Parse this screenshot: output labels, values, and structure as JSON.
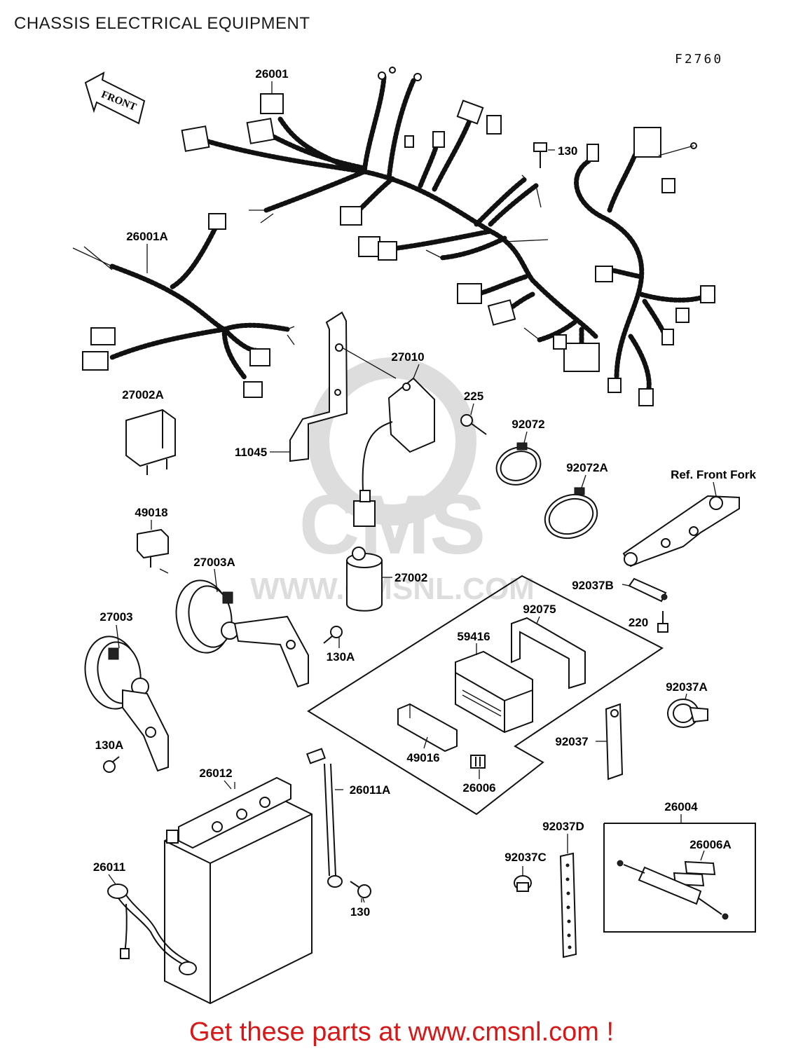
{
  "page": {
    "title": "CHASSIS ELECTRICAL EQUIPMENT",
    "diagram_code": "F2760",
    "footer": "Get these parts at www.cmsnl.com !"
  },
  "arrow": {
    "label": "FRONT"
  },
  "watermark": {
    "text": "CMS",
    "url_text": "WWW.CMSNL.COM"
  },
  "parts": [
    {
      "id": "26001",
      "label": "26001"
    },
    {
      "id": "130-top",
      "label": "130"
    },
    {
      "id": "26001A",
      "label": "26001A"
    },
    {
      "id": "27010",
      "label": "27010"
    },
    {
      "id": "27002A",
      "label": "27002A"
    },
    {
      "id": "225",
      "label": "225"
    },
    {
      "id": "92072",
      "label": "92072"
    },
    {
      "id": "11045",
      "label": "11045"
    },
    {
      "id": "92072A",
      "label": "92072A"
    },
    {
      "id": "ref-front-fork",
      "label": "Ref. Front Fork"
    },
    {
      "id": "49018",
      "label": "49018"
    },
    {
      "id": "27003A",
      "label": "27003A"
    },
    {
      "id": "27002",
      "label": "27002"
    },
    {
      "id": "92037B",
      "label": "92037B"
    },
    {
      "id": "92075",
      "label": "92075"
    },
    {
      "id": "220",
      "label": "220"
    },
    {
      "id": "27003",
      "label": "27003"
    },
    {
      "id": "59416",
      "label": "59416"
    },
    {
      "id": "130A-mid",
      "label": "130A"
    },
    {
      "id": "92037A",
      "label": "92037A"
    },
    {
      "id": "130A-left",
      "label": "130A"
    },
    {
      "id": "92037",
      "label": "92037"
    },
    {
      "id": "49016",
      "label": "49016"
    },
    {
      "id": "26012",
      "label": "26012"
    },
    {
      "id": "26011A",
      "label": "26011A"
    },
    {
      "id": "26006",
      "label": "26006"
    },
    {
      "id": "26004",
      "label": "26004"
    },
    {
      "id": "92037D",
      "label": "92037D"
    },
    {
      "id": "26006A",
      "label": "26006A"
    },
    {
      "id": "92037C",
      "label": "92037C"
    },
    {
      "id": "26011",
      "label": "26011"
    },
    {
      "id": "130-bottom",
      "label": "130"
    }
  ]
}
